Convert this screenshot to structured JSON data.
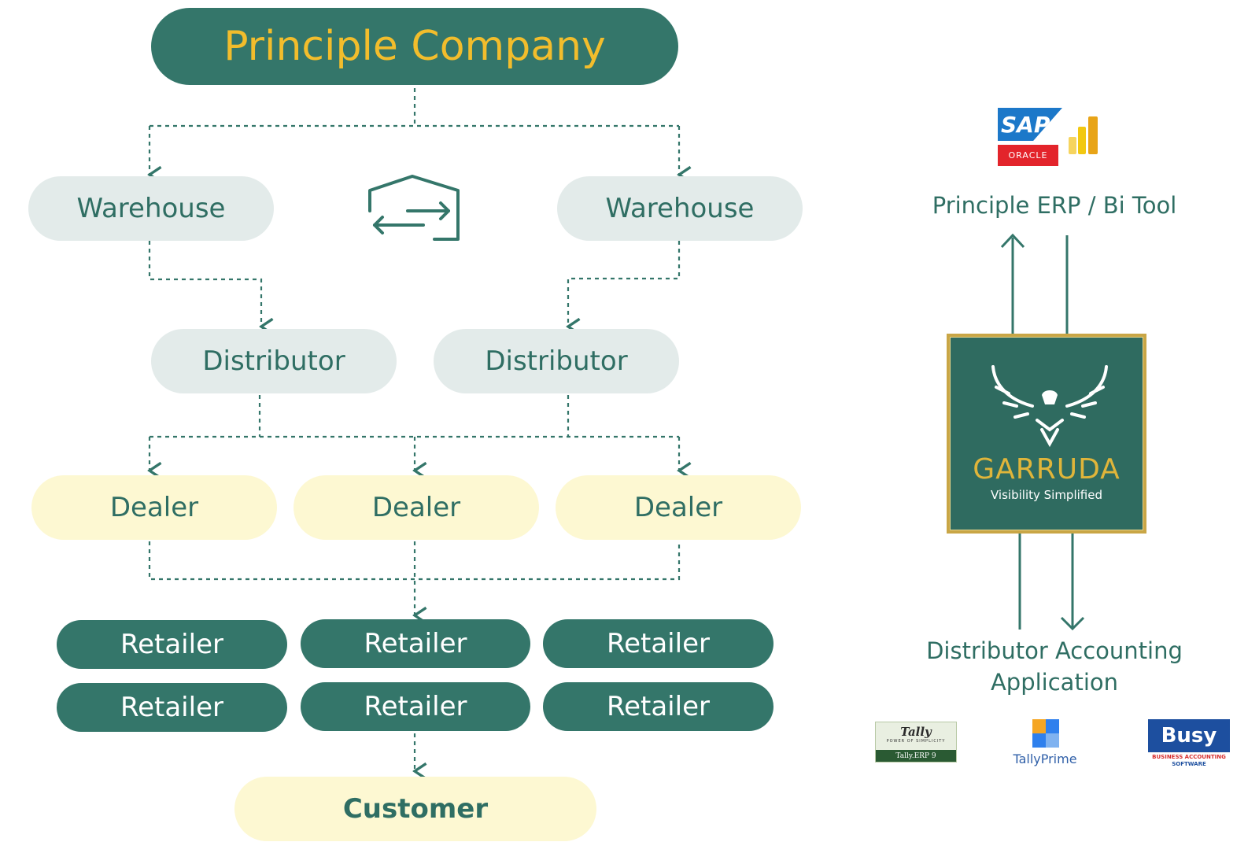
{
  "principal": "Principle Company",
  "warehouses": [
    "Warehouse",
    "Warehouse"
  ],
  "distributors": [
    "Distributor",
    "Distributor"
  ],
  "dealers": [
    "Dealer",
    "Dealer",
    "Dealer"
  ],
  "retailers": [
    "Retailer",
    "Retailer",
    "Retailer",
    "Retailer",
    "Retailer",
    "Retailer"
  ],
  "customer": "Customer",
  "erp": {
    "label": "Principle ERP / Bi Tool",
    "logos": {
      "sap": "SAP",
      "oracle": "ORACLE"
    }
  },
  "garruda": {
    "name": "GARRUDA",
    "tagline": "Visibility Simplified"
  },
  "accounting": {
    "label_line1": "Distributor Accounting",
    "label_line2": "Application",
    "logos": {
      "tally_erp": {
        "brand": "Tally",
        "tagline": "POWER OF SIMPLICITY",
        "product": "Tally.ERP 9"
      },
      "tallyprime": "TallyPrime",
      "busy": {
        "brand": "Busy",
        "tagline_line1": "BUSINESS ACCOUNTING",
        "tagline_line2": "SOFTWARE"
      }
    }
  },
  "colors": {
    "dark_green": "#34766a",
    "gold": "#f2bd2c",
    "light_node": "#e3ebea",
    "yellow_node": "#fdf8d2"
  }
}
